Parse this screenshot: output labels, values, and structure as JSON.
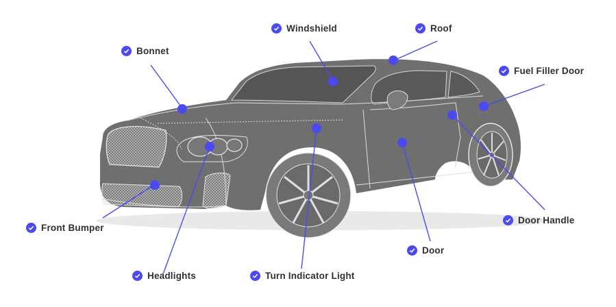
{
  "accent_color": "#4a4af0",
  "car_body_color": "#6e6e6e",
  "labels": {
    "windshield": "Windshield",
    "roof": "Roof",
    "bonnet": "Bonnet",
    "fuel_filler_door": "Fuel Filler Door",
    "front_bumper": "Front Bumper",
    "door_handle": "Door Handle",
    "door": "Door",
    "headlights": "Headlights",
    "turn_indicator_light": "Turn Indicator Light"
  },
  "label_icon": "check-circle-icon"
}
